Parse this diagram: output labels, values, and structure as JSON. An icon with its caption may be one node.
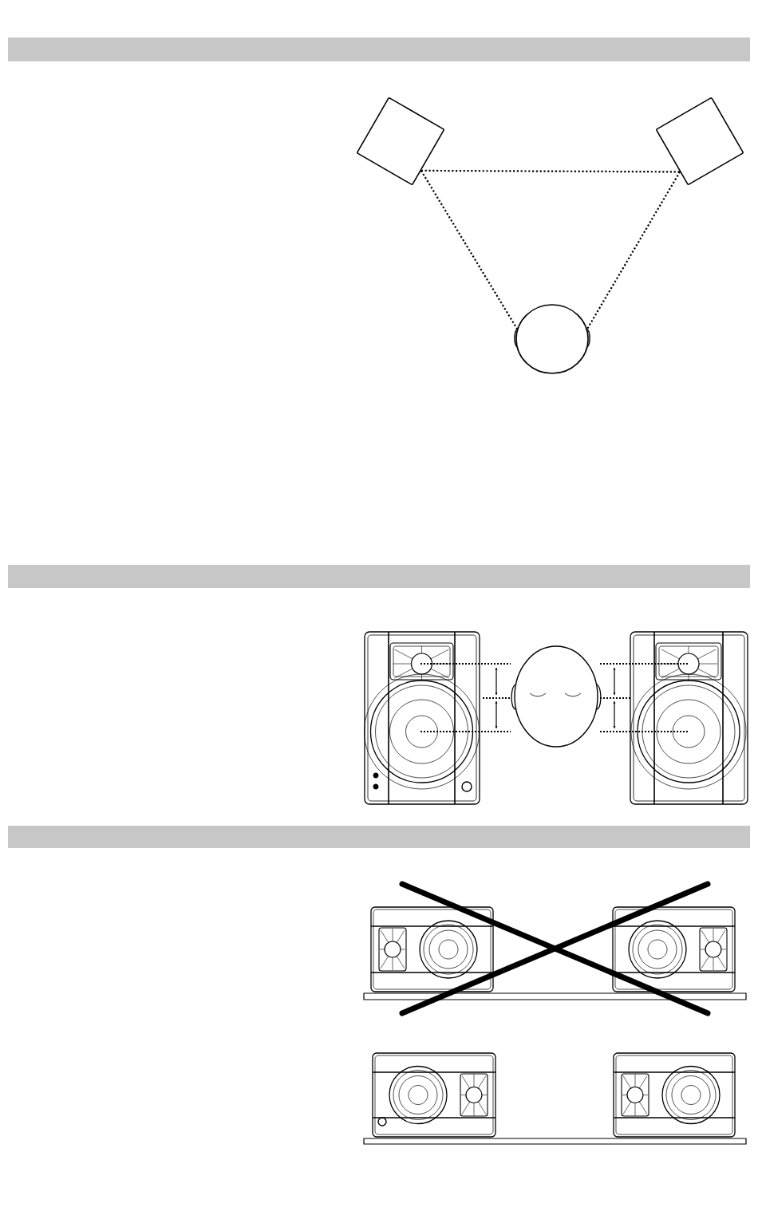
{
  "diagram": {
    "nodes": [
      {
        "text": [],
        "shape": "box"
      },
      {
        "text": [],
        "shape": "box"
      },
      {
        "text": [],
        "shape": "circle"
      }
    ],
    "edges": [
      {
        "from": 0,
        "to": 1,
        "arrow": "none",
        "style": "dashed"
      },
      {
        "from": 0,
        "to": 2,
        "arrow": "none",
        "style": "dashed"
      },
      {
        "from": 1,
        "to": 2,
        "arrow": "none",
        "style": "dashed"
      }
    ]
  }
}
